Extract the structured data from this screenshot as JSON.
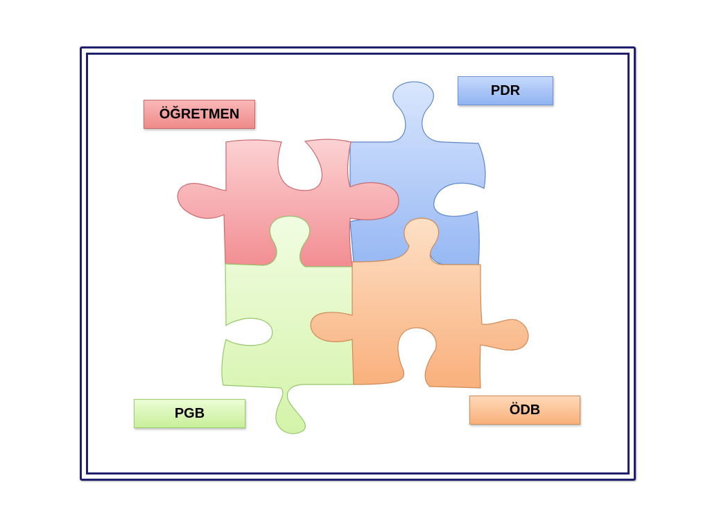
{
  "labels": {
    "teacher": "ÖĞRETMEN",
    "pdr": "PDR",
    "pgb": "PGB",
    "odb": "ÖDB"
  },
  "colors": {
    "frame": "#1f1f6b",
    "red_piece": "#f5a3a6",
    "blue_piece": "#a8c4f6",
    "green_piece": "#e2f9c6",
    "orange_piece": "#fcc79c"
  }
}
